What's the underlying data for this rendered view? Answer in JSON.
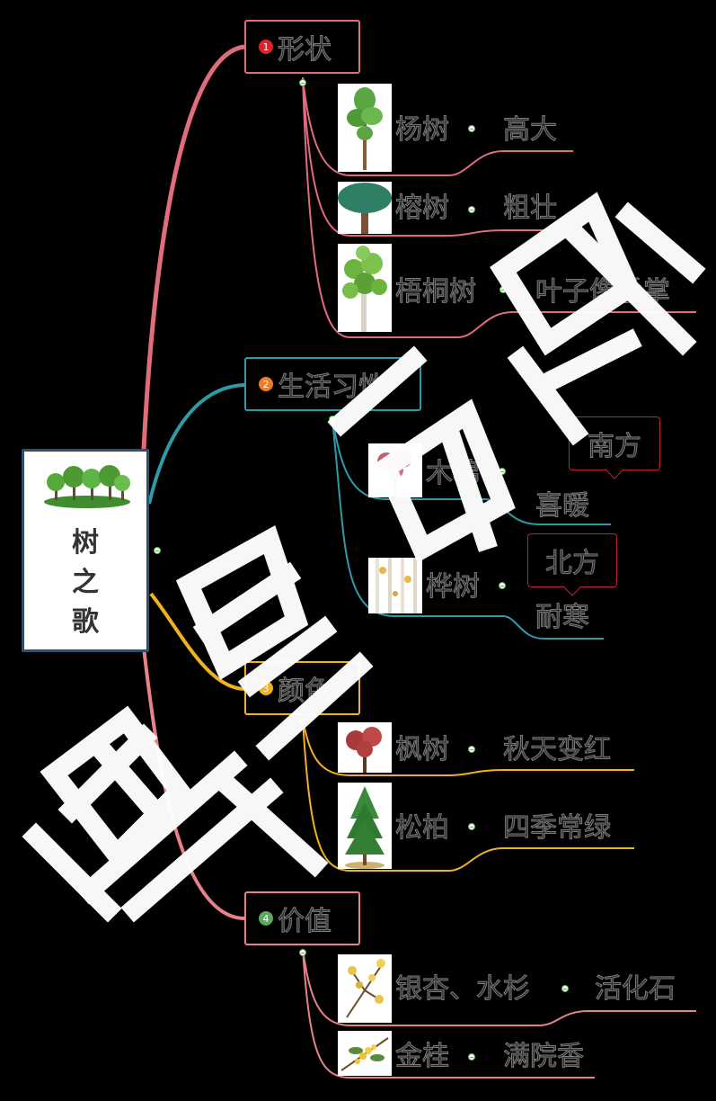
{
  "root": {
    "title_lines": [
      "树",
      "之",
      "歌"
    ]
  },
  "topics": [
    {
      "num": "1",
      "label": "形状",
      "color": "#e06c7c",
      "num_color": "#d9222a",
      "items": [
        {
          "name": "杨树",
          "desc": "高大"
        },
        {
          "name": "榕树",
          "desc": "粗壮"
        },
        {
          "name": "梧桐树",
          "desc": "叶子像手掌"
        }
      ]
    },
    {
      "num": "2",
      "label": "生活习性",
      "color": "#2f9aa8",
      "num_color": "#ef7b2a",
      "items": [
        {
          "name": "木棉",
          "desc": "喜暖",
          "callout": "南方"
        },
        {
          "name": "桦树",
          "desc": "耐寒",
          "callout": "北方"
        }
      ]
    },
    {
      "num": "3",
      "label": "颜色",
      "color": "#f0b21e",
      "num_color": "#f0b21e",
      "items": [
        {
          "name": "枫树",
          "desc": "秋天变红"
        },
        {
          "name": "松柏",
          "desc": "四季常绿"
        }
      ]
    },
    {
      "num": "4",
      "label": "价值",
      "color": "#e8818a",
      "num_color": "#5aa95e",
      "items": [
        {
          "name": "银杏、水杉",
          "desc": "活化石"
        },
        {
          "name": "金桂",
          "desc": "满院香"
        }
      ]
    }
  ],
  "watermark": {
    "text": "鲤鱼演示"
  },
  "icons": [
    "tree-group-icon",
    "poplar-tree-icon",
    "banyan-tree-icon",
    "plane-tree-icon",
    "kapok-tree-icon",
    "birch-tree-icon",
    "maple-tree-icon",
    "pine-tree-icon",
    "ginkgo-icon",
    "osmanthus-icon"
  ]
}
